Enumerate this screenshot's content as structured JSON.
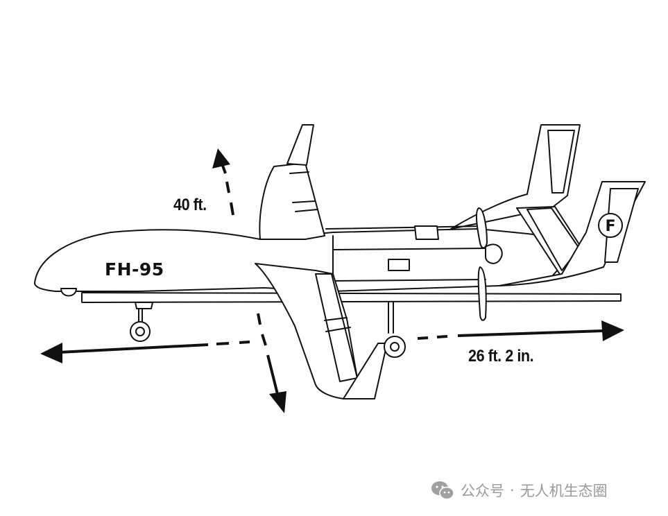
{
  "diagram": {
    "model": "FH-95",
    "wingspan_label": "40 ft.",
    "length_label": "26 ft. 2 in.",
    "tail_logo_letter": "F"
  },
  "watermark": {
    "source": "公众号",
    "separator": "·",
    "account": "无人机生态圈",
    "icon": "wechat-icon"
  }
}
